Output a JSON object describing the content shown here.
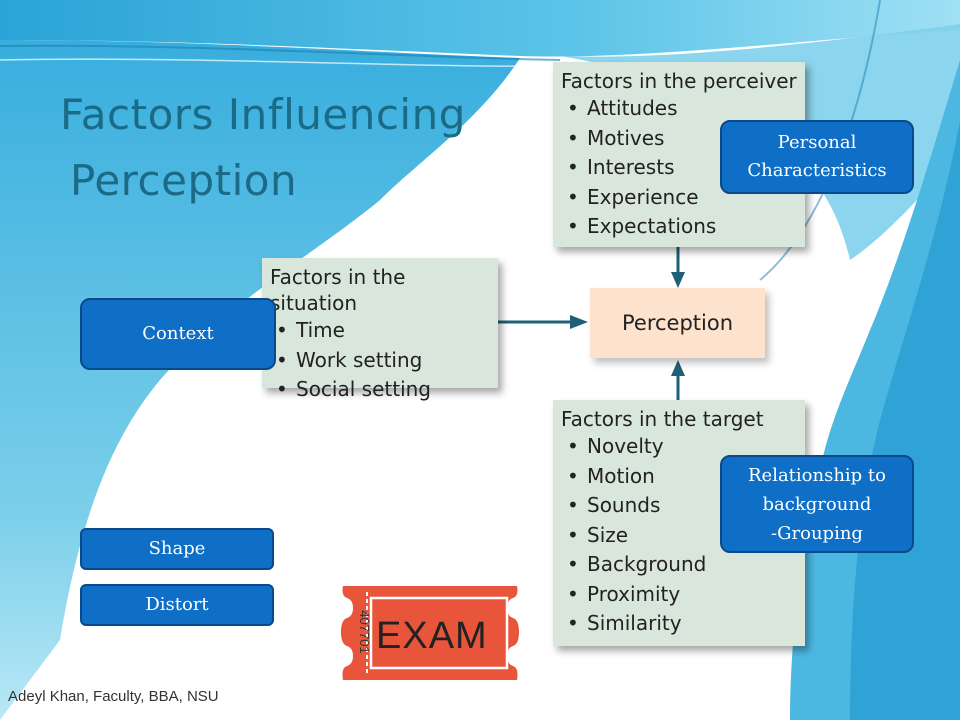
{
  "slide": {
    "title_line1": "Factors Influencing",
    "title_line2": "Perception",
    "footer": "Adeyl Khan, Faculty, BBA, NSU"
  },
  "diagram": {
    "perceiver": {
      "heading": "Factors in the perceiver",
      "items": [
        "Attitudes",
        "Motives",
        "Interests",
        "Experience",
        "Expectations"
      ]
    },
    "situation": {
      "heading": "Factors in the situation",
      "items": [
        "Time",
        "Work setting",
        "Social setting"
      ]
    },
    "target": {
      "heading": "Factors in the target",
      "items": [
        "Novelty",
        "Motion",
        "Sounds",
        "Size",
        "Background",
        "Proximity",
        "Similarity"
      ]
    },
    "center": "Perception"
  },
  "callouts": {
    "personal": "Personal\nCharacteristics",
    "relationship": "Relationship to\nbackground\n-Grouping",
    "context": "Context",
    "shape": "Shape",
    "distort": "Distort"
  },
  "exam_ticket": {
    "label": "EXAM",
    "number": "407701"
  },
  "colors": {
    "title": "#1b6b86",
    "callout_fill": "#0f6fc6",
    "factor_box": "#d9e6dc",
    "perception_box": "#fde2cd",
    "ticket": "#e8553a"
  }
}
